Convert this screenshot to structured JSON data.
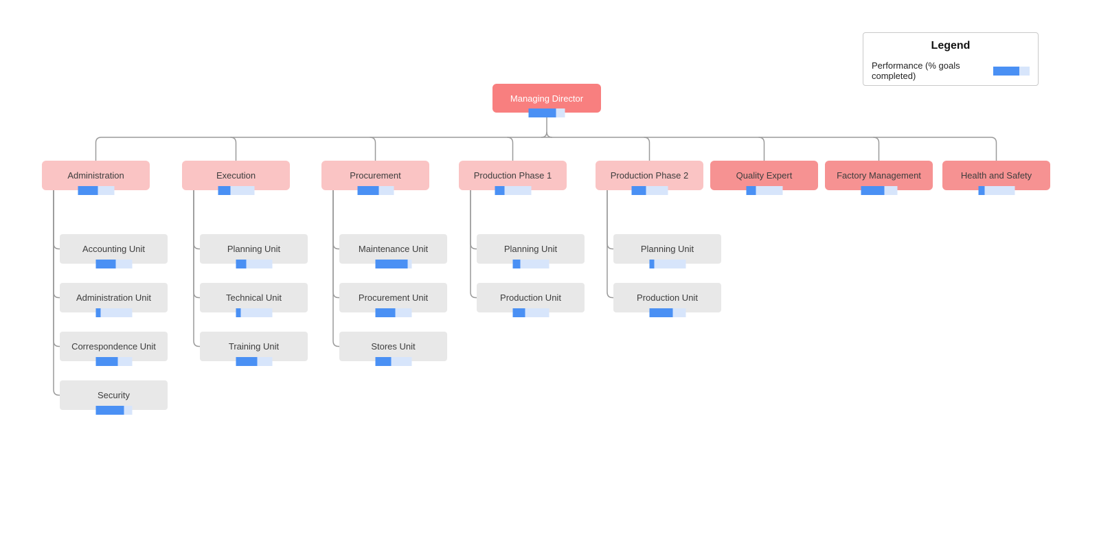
{
  "legend": {
    "title": "Legend",
    "label": "Performance (% goals completed)",
    "value_pct": 72
  },
  "colors": {
    "root_fill": "#F87F7F",
    "dept_light_fill": "#FAC4C4",
    "dept_dark_fill": "#F69292",
    "unit_fill": "#E8E8E8",
    "bar_fill": "#4A90F4",
    "bar_bg": "#D7E5FB",
    "connector": "#9A9A9A",
    "root_text": "#FFFFFF",
    "node_text": "#3D3D3D"
  },
  "org": {
    "root": {
      "label": "Managing Director",
      "pct": 75
    },
    "departments": [
      {
        "label": "Administration",
        "pct": 55,
        "tone": "light",
        "children": [
          {
            "label": "Accounting Unit",
            "pct": 55
          },
          {
            "label": "Administration Unit",
            "pct": 15
          },
          {
            "label": "Correspondence Unit",
            "pct": 62
          },
          {
            "label": "Security",
            "pct": 78
          }
        ]
      },
      {
        "label": "Execution",
        "pct": 35,
        "tone": "light",
        "children": [
          {
            "label": "Planning Unit",
            "pct": 30
          },
          {
            "label": "Technical Unit",
            "pct": 15
          },
          {
            "label": "Training Unit",
            "pct": 60
          }
        ]
      },
      {
        "label": "Procurement",
        "pct": 60,
        "tone": "light",
        "children": [
          {
            "label": "Maintenance Unit",
            "pct": 90
          },
          {
            "label": "Procurement Unit",
            "pct": 55
          },
          {
            "label": "Stores Unit",
            "pct": 45
          }
        ]
      },
      {
        "label": "Production Phase 1",
        "pct": 28,
        "tone": "light",
        "children": [
          {
            "label": "Planning Unit",
            "pct": 22
          },
          {
            "label": "Production Unit",
            "pct": 35
          }
        ]
      },
      {
        "label": "Production Phase 2",
        "pct": 40,
        "tone": "light",
        "children": [
          {
            "label": "Planning Unit",
            "pct": 15
          },
          {
            "label": "Production Unit",
            "pct": 65
          }
        ]
      },
      {
        "label": "Quality Expert",
        "pct": 28,
        "tone": "dark",
        "children": []
      },
      {
        "label": "Factory Management",
        "pct": 65,
        "tone": "dark",
        "children": []
      },
      {
        "label": "Health and Safety",
        "pct": 18,
        "tone": "dark",
        "children": []
      }
    ]
  }
}
